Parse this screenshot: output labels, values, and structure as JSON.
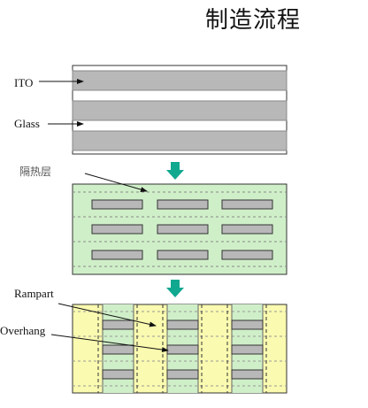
{
  "title": "制造流程",
  "labels": {
    "ito": "ITO",
    "glass": "Glass",
    "insulation": "隔热层",
    "rampart": "Rampart",
    "overhang": "Overhang"
  },
  "colors": {
    "ito_gray": "#b8b8b8",
    "light_green": "#cfefc8",
    "pale_yellow": "#fafab0",
    "teal_arrow": "#11a890",
    "outline": "#333333"
  }
}
